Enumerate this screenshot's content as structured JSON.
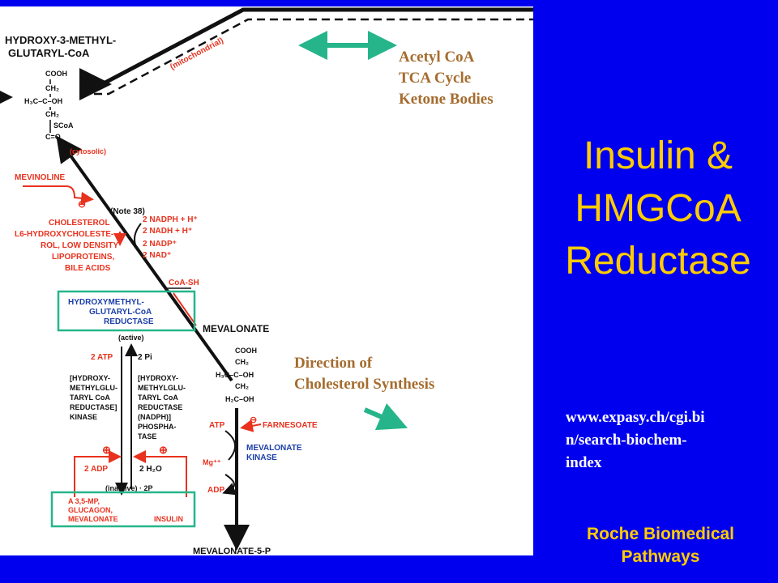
{
  "title": {
    "lines": [
      "Insulin &",
      "HMGCoA",
      "Reductase"
    ]
  },
  "legend_notes": {
    "metabolic": [
      "Acetyl CoA",
      "TCA Cycle",
      "Ketone Bodies"
    ],
    "direction": [
      "Direction of",
      "Cholesterol Synthesis"
    ]
  },
  "url": {
    "lines": [
      "www.expasy.ch/cgi.bi",
      "n/search-biochem-",
      "index"
    ]
  },
  "credit": {
    "lines": [
      "Roche Biomedical",
      "Pathways"
    ]
  },
  "diagram": {
    "hmg_coa": [
      "HYDROXY-3-METHYL-",
      "GLUTARYL-CoA"
    ],
    "structure_top": [
      "COOH",
      "CH₂",
      "H₃C–C–OH",
      "CH₂",
      "SCoA",
      "C=O"
    ],
    "mitochondrial": "(mitochondrial)",
    "cytosolic": "(cytosolic)",
    "mevinoline": "MEVINOLINE",
    "minus_sign": "⊖",
    "note38": "(Note 38)",
    "cofactors": [
      "2 NADPH + H⁺",
      "2 NADH + H⁺",
      "2 NADP⁺",
      "2 NAD⁺"
    ],
    "inhibitors": [
      "CHOLESTEROL",
      "L6-HYDROXYCHOLESTE-",
      "ROL, LOW DENSITY",
      "LIPOPROTEINS,",
      "BILE ACIDS"
    ],
    "coa_sh": "CoA-SH",
    "enzyme": [
      "HYDROXYMETHYL-",
      "GLUTARYL-CoA",
      "REDUCTASE"
    ],
    "active": "(active)",
    "mevalonate": "MEVALONATE",
    "structure_mev": [
      "COOH",
      "CH₂",
      "H₃C–C–OH",
      "CH₂",
      "H₂C–OH"
    ],
    "atp_left": "2 ATP",
    "pi_right": "2 Pi",
    "kinase": [
      "[HYDROXY-",
      "METHYLGLU-",
      "TARYL CoA",
      "REDUCTASE]",
      "KINASE"
    ],
    "phosphatase": [
      "[HYDROXY-",
      "METHYLGLU-",
      "TARYL CoA",
      "REDUCTASE",
      "(NADPH)]",
      "PHOSPHA-",
      "TASE"
    ],
    "plus_sign": "⊕",
    "adp_left": "2 ADP",
    "h2o_right": "2 H₂O",
    "inactive": "(inactive) · 2P",
    "stimulators": [
      "A 3,5-MP,",
      "GLUCAGON,",
      "MEVALONATE"
    ],
    "insulin": "INSULIN",
    "atp": "ATP",
    "farnesoate": "FARNESOATE",
    "mev_kinase": [
      "MEVALONATE",
      "KINASE"
    ],
    "mg": "Mg⁺⁺",
    "adp": "ADP",
    "mev5p": "MEVALONATE-5-P"
  },
  "colors": {
    "background": "#0000ee",
    "title": "#ffcc00",
    "note_text": "#a46c2e",
    "highlight_box": "#26b58a",
    "pathway_red": "#e8321e",
    "enzyme_blue": "#1c3fa8"
  }
}
